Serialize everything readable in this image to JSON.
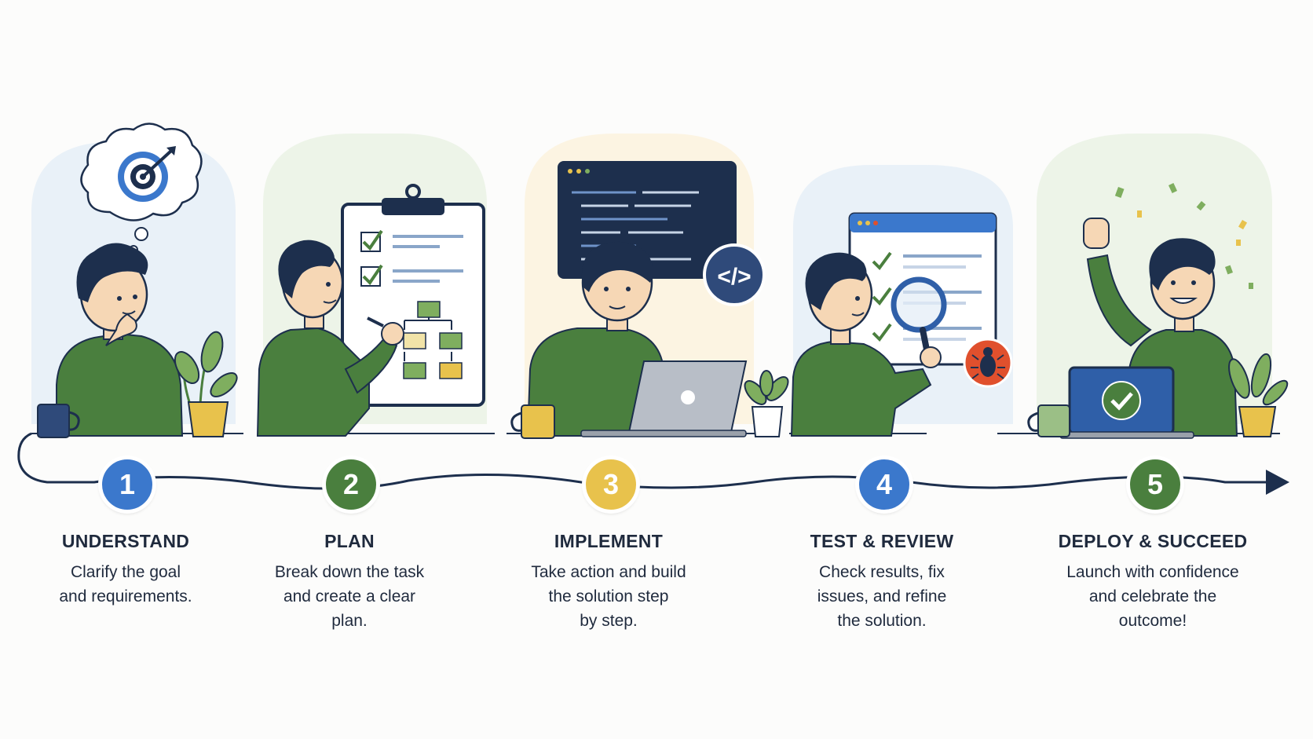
{
  "steps": [
    {
      "number": "1",
      "title": "UNDERSTAND",
      "desc": "Clarify the goal\nand requirements.",
      "color": "#3b78cc"
    },
    {
      "number": "2",
      "title": "PLAN",
      "desc": "Break down the task\nand create a clear\nplan.",
      "color": "#4a7f3e"
    },
    {
      "number": "3",
      "title": "IMPLEMENT",
      "desc": "Take action and build\nthe solution step\nby step.",
      "color": "#e8c24c"
    },
    {
      "number": "4",
      "title": "TEST & REVIEW",
      "desc": "Check results, fix\nissues, and refine\nthe solution.",
      "color": "#3b78cc"
    },
    {
      "number": "5",
      "title": "DEPLOY & SUCCEED",
      "desc": "Launch with confidence\nand celebrate the\noutcome!",
      "color": "#4a7f3e"
    }
  ],
  "code_symbol": "</>",
  "colors": {
    "navy": "#1d2f4d",
    "green": "#4a7f3e",
    "blue": "#3b78cc",
    "yellow": "#e8c24c",
    "red": "#e0502d"
  }
}
